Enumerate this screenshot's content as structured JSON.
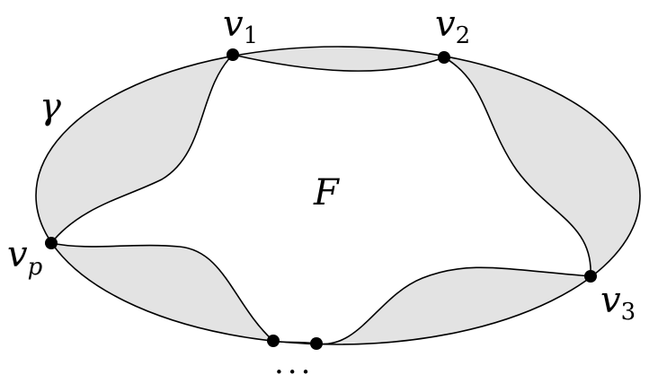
{
  "colors": {
    "background": "#ffffff",
    "region_fill": "#e3e3e3",
    "face_fill": "#ffffff",
    "stroke": "#000000",
    "vertex": "#000000"
  },
  "labels": {
    "curve": "γ",
    "face": "F",
    "ellipsis": "...",
    "v1": {
      "base": "v",
      "sub": "1"
    },
    "v2": {
      "base": "v",
      "sub": "2"
    },
    "v3": {
      "base": "v",
      "sub": "3"
    },
    "vp": {
      "base": "v",
      "sub": "p"
    }
  }
}
